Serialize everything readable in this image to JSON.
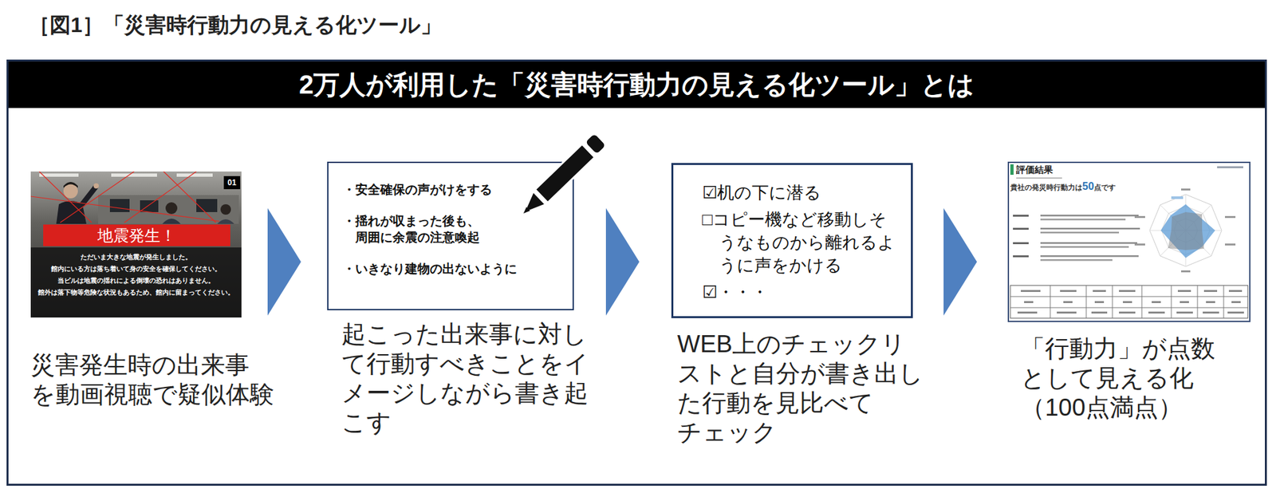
{
  "diagram": {
    "title": "［図1］「災害時行動力の見える化ツール」",
    "nodes": [
      {
        "text": [
          "2万人が利用した「災害時行動力の見える化ツール」とは"
        ]
      },
      {
        "text": [
          "01",
          "地震発生！",
          "ただいま大きな地震が発生しました。",
          "館内にいる方は落ち着いて身の安全を確保してください。",
          "当ビルは地震の揺れによる倒壊の恐れはありません。",
          "館外は落下物等危険な状況もあるため、館内に留まってください。",
          "災害発生時の出来事 を動画視聴で疑似体験"
        ],
        "in": 0
      },
      {
        "text": [
          "・安全確保の声がけをする",
          "・揺れが収まった後も、 周囲に余震の注意喚起",
          "・いきなり建物の出ないように",
          "起こった出来事に対し て行動すべきことをイ メージしながら書き起 こす"
        ],
        "in": 0
      },
      {
        "text": [
          "☑机の下に潜る",
          "□コピー機など移動しそ うなものから離れるよ うに声をかける",
          "☑・・・",
          "WEB上のチェックリ ストと自分が書き出し た行動を見比べて チェック"
        ],
        "in": 0
      },
      {
        "text": [
          "評価結果",
          "貴社の発災時行動力は50点です",
          "「行動力」が点数 として見える化 （100点満点）"
        ],
        "in": 0
      }
    ],
    "edges": [
      {
        "from": 1,
        "to": 2,
        "arrow": "to"
      },
      {
        "from": 2,
        "to": 3,
        "arrow": "to"
      },
      {
        "from": 3,
        "to": 4,
        "arrow": "to"
      }
    ]
  }
}
